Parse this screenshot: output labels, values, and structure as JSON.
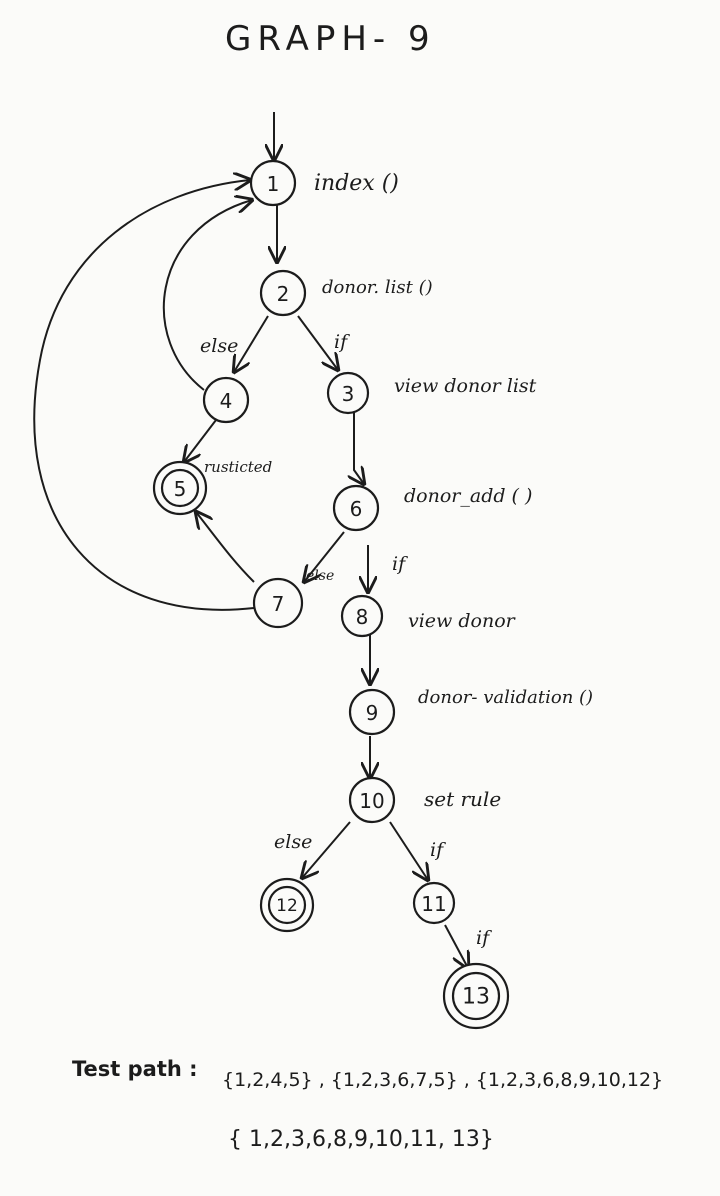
{
  "title": "GRAPH- 9",
  "nodes": {
    "n1": "1",
    "n2": "2",
    "n3": "3",
    "n4": "4",
    "n5": "5",
    "n6": "6",
    "n7": "7",
    "n8": "8",
    "n9": "9",
    "n10": "10",
    "n11": "11",
    "n12": "12",
    "n13": "13"
  },
  "node_labels": {
    "n1": "index ()",
    "n2": "donor. list ()",
    "n3": "view donor list",
    "n5": "rusticted",
    "n6": "donor_add ( )",
    "n8": "view donor",
    "n9": "donor- validation ()",
    "n10": "set rule"
  },
  "edge_labels": {
    "e2_4": "else",
    "e2_3": "if",
    "e6_7": "else",
    "e6_8": "if",
    "e10_12": "else",
    "e10_11": "if",
    "e11_13": "if"
  },
  "test_path": {
    "label": "Test path :",
    "line1": "{1,2,4,5} , {1,2,3,6,7,5} , {1,2,3,6,8,9,10,12}",
    "line2": "{ 1,2,3,6,8,9,10,11, 13}"
  }
}
